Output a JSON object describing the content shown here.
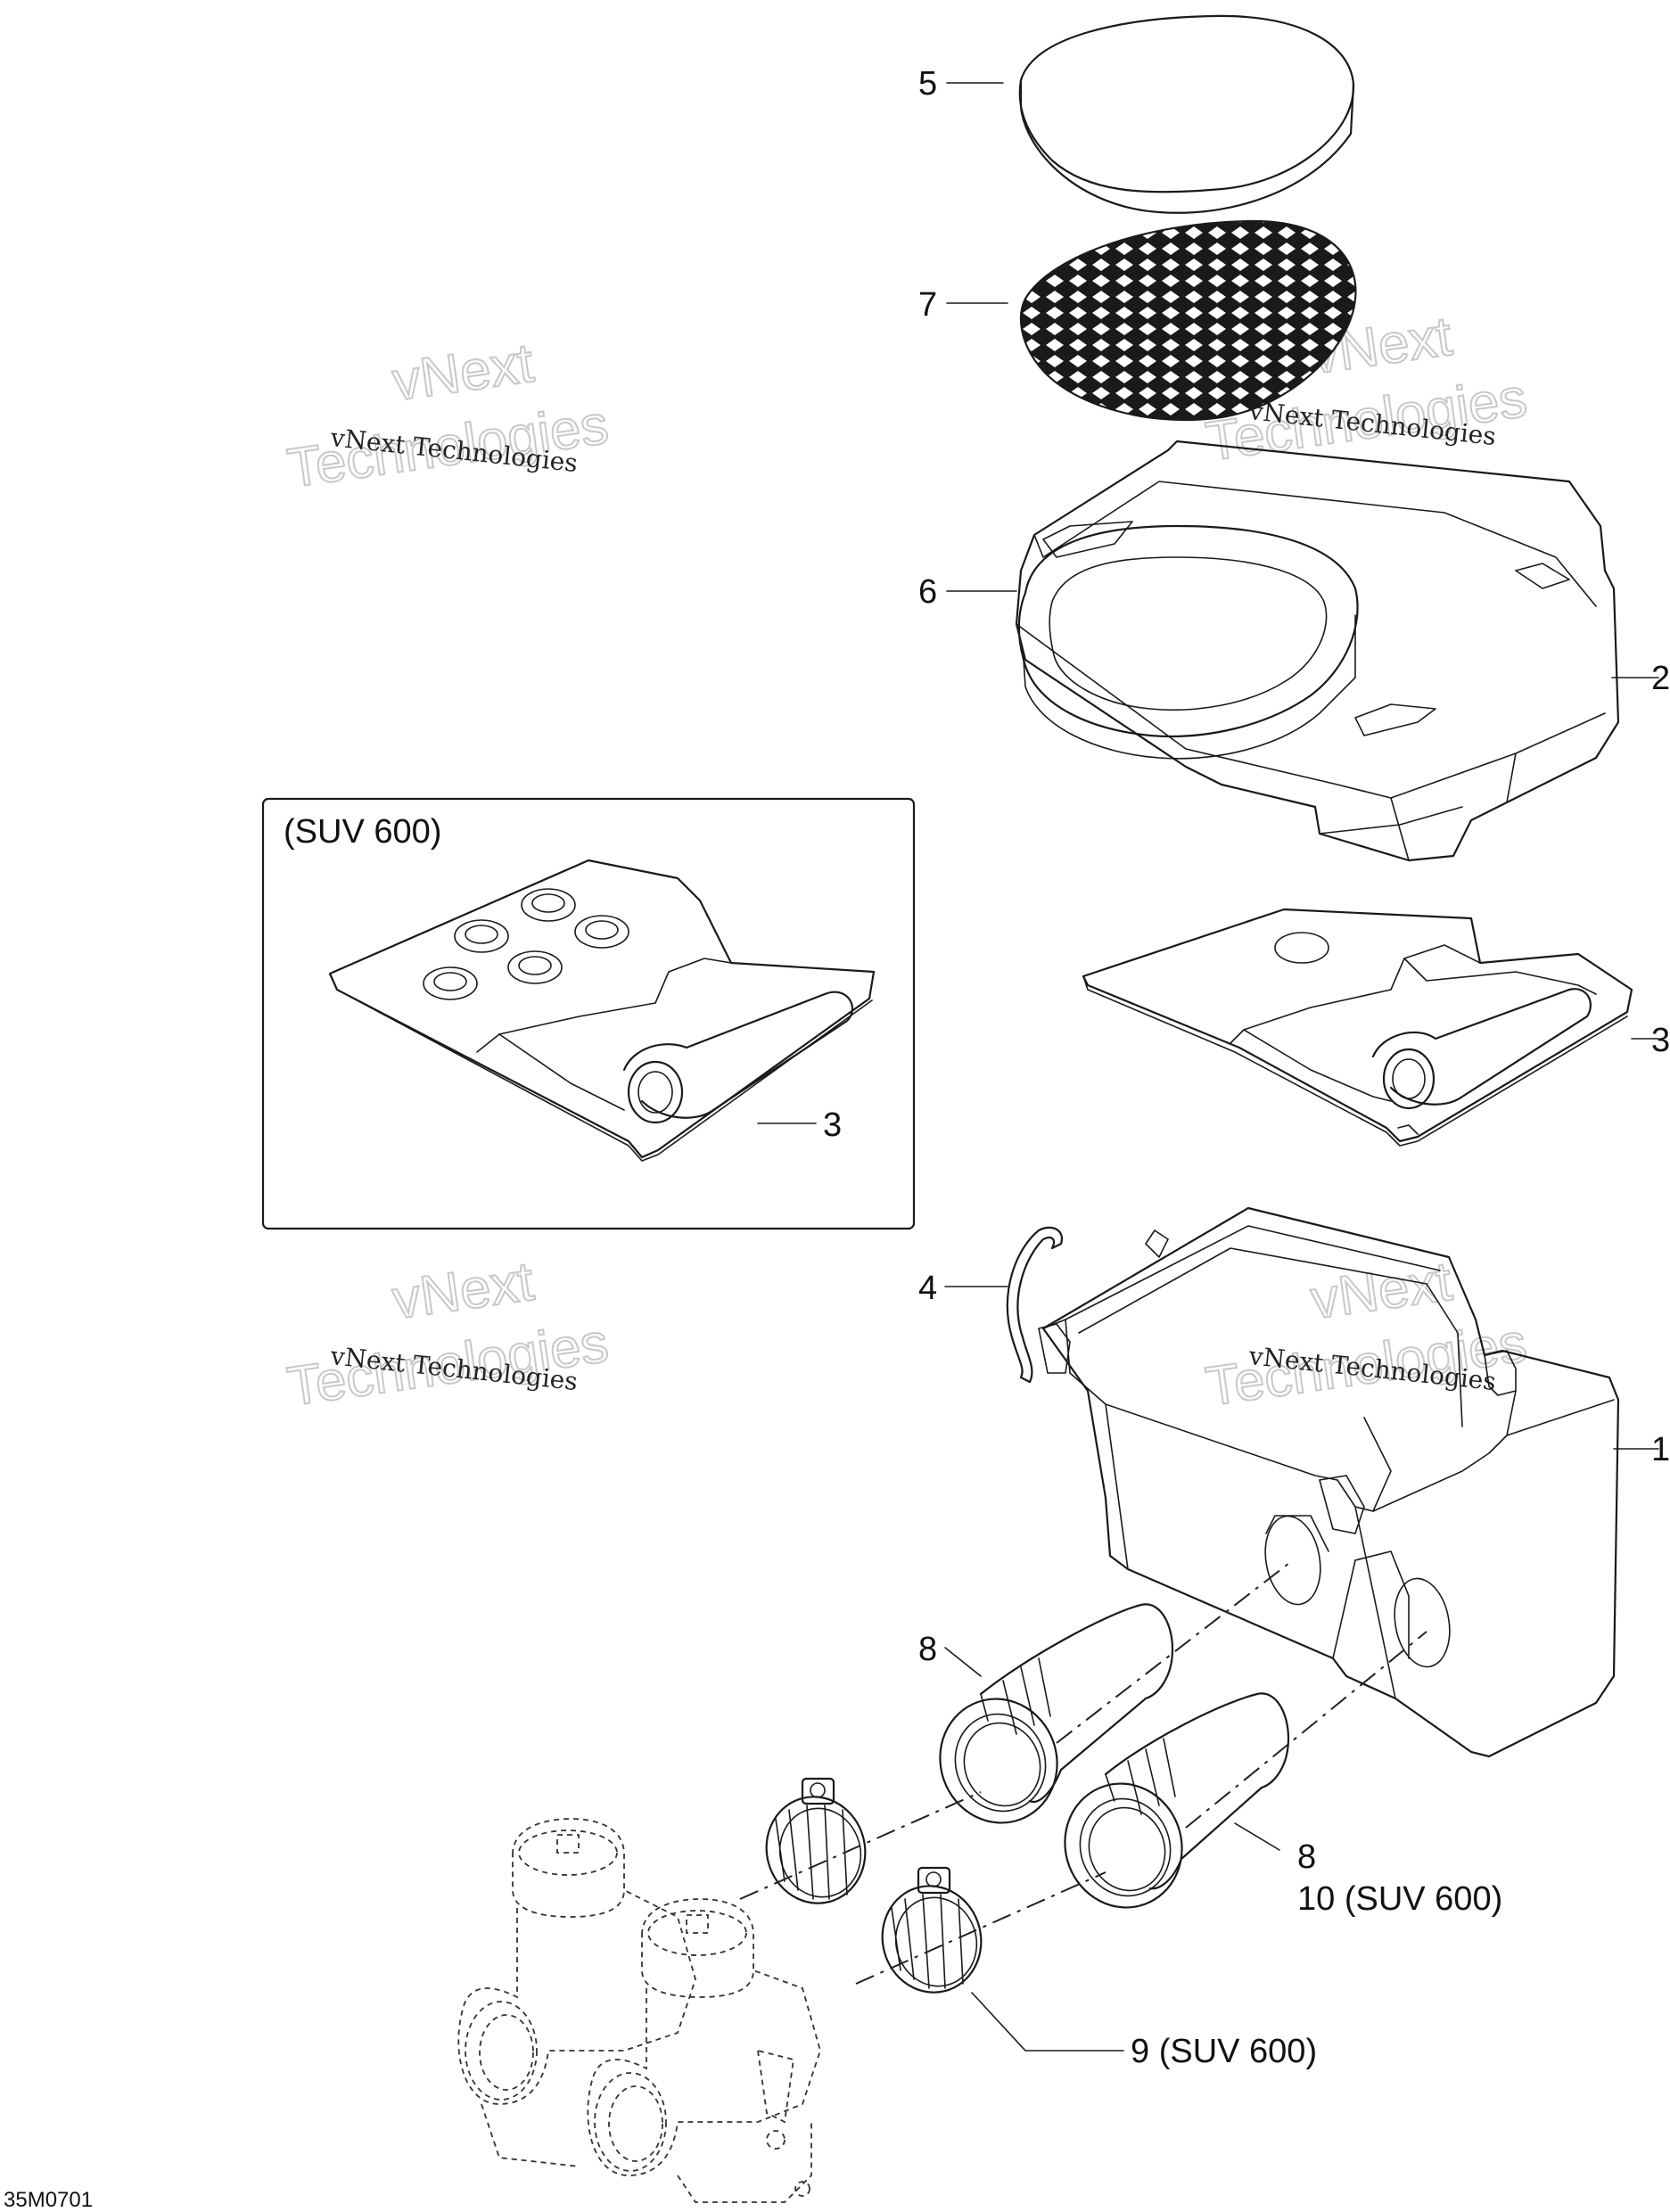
{
  "callouts": {
    "c1": "1",
    "c2": "2",
    "c3_inset": "3",
    "c3_main": "3",
    "c4": "4",
    "c5": "5",
    "c6": "6",
    "c7": "7",
    "c8_upper": "8",
    "c8_lower": "8",
    "c9": "9 (SUV 600)",
    "c10": "10 (SUV 600)"
  },
  "inset": {
    "title": "(SUV 600)"
  },
  "watermark": {
    "line1": "vNext Technologies",
    "line2": "vNext",
    "line3": "Technologies"
  },
  "reference_code": "35M0701"
}
